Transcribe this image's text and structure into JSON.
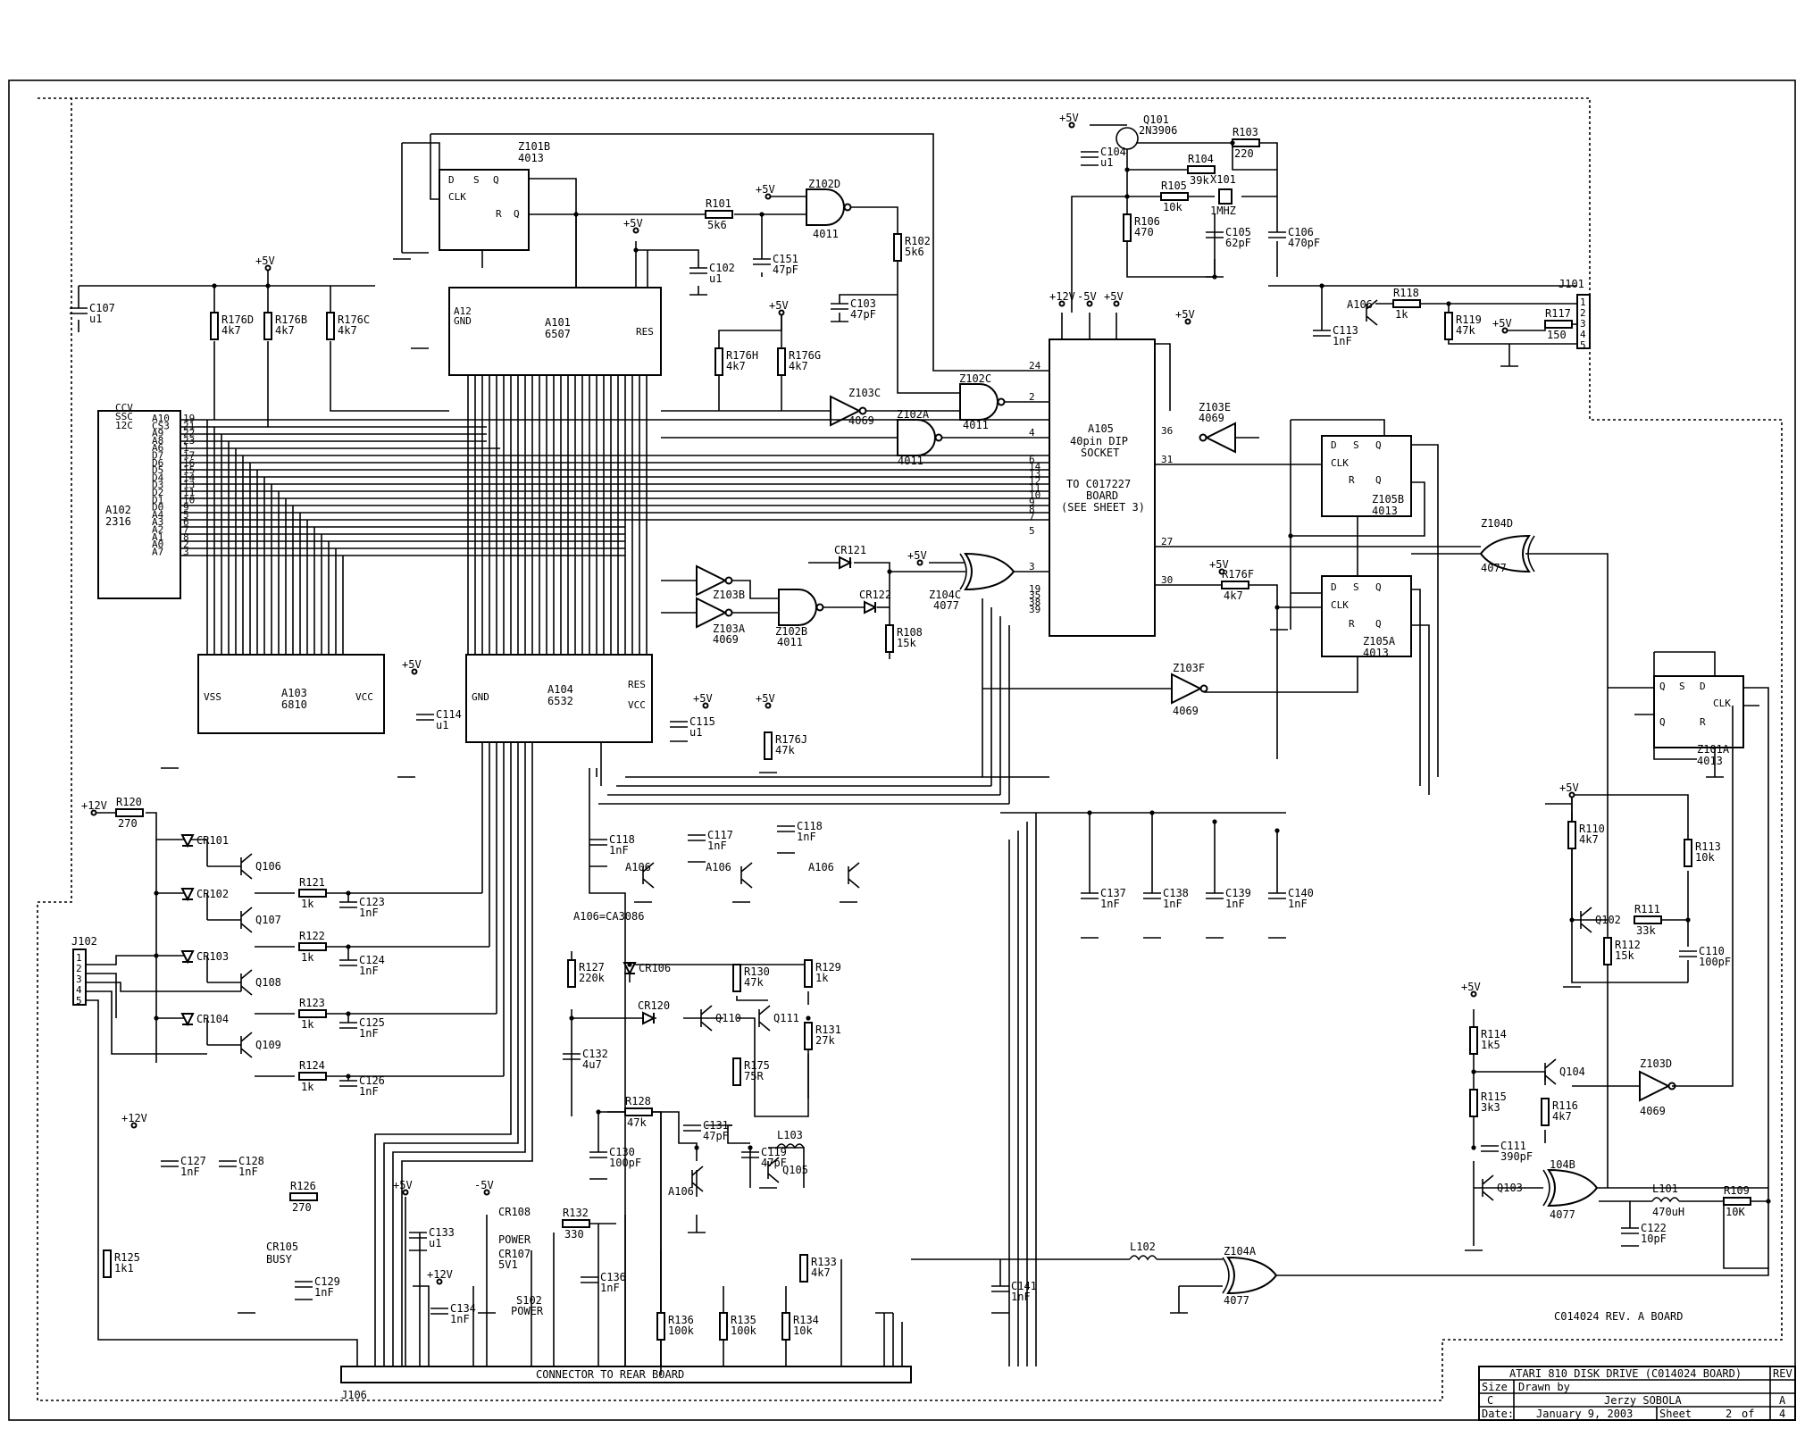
{
  "components": {
    "a101": {
      "ref": "A101",
      "part": "6507"
    },
    "a102": {
      "ref": "A102",
      "part": "2316"
    },
    "a103": {
      "ref": "A103",
      "part": "6810"
    },
    "a104": {
      "ref": "A104",
      "part": "6532"
    },
    "a105": {
      "ref": "A105",
      "lines": [
        "40pin DIP",
        "SOCKET",
        "TO C017227",
        "BOARD",
        "(SEE SHEET 3)"
      ]
    },
    "z101b": {
      "ref": "Z101B",
      "part": "4013"
    },
    "z101a": {
      "ref": "Z101A",
      "part": "4013"
    },
    "z102d": {
      "ref": "Z102D",
      "part": "4011"
    },
    "z102c": {
      "ref": "Z102C",
      "part": "4011"
    },
    "z102a": {
      "ref": "Z102A",
      "part": "4011"
    },
    "z102b": {
      "ref": "Z102B",
      "part": "4011"
    },
    "z103c": {
      "ref": "Z103C",
      "part": "4069"
    },
    "z103b": {
      "ref": "Z103B",
      "part": "4069"
    },
    "z103a": {
      "ref": "Z103A",
      "part": "4069"
    },
    "z103e": {
      "ref": "Z103E",
      "part": "4069"
    },
    "z103f": {
      "ref": "Z103F",
      "part": "4069"
    },
    "z103d": {
      "ref": "Z103D",
      "part": "4069"
    },
    "z104c": {
      "ref": "Z104C",
      "part": "4077"
    },
    "z104d": {
      "ref": "Z104D",
      "part": "4077"
    },
    "z104b": {
      "ref": "104B",
      "part": "4077"
    },
    "z104a": {
      "ref": "Z104A",
      "part": "4077"
    },
    "z105b": {
      "ref": "Z105B",
      "part": "4013"
    },
    "z105a": {
      "ref": "Z105A",
      "part": "4013"
    },
    "q101": {
      "ref": "Q101",
      "part": "2N3906"
    },
    "a106_note": "A106=CA3086",
    "j101": "J101",
    "j102": "J102",
    "j106": "J106",
    "rear_connector": "CONNECTOR TO REAR BOARD",
    "board_note": "C014024 REV. A BOARD",
    "cr105": {
      "ref": "CR105",
      "label": "BUSY"
    },
    "cr108": {
      "ref": "CR108",
      "label": "POWER"
    },
    "cr107": {
      "ref": "CR107",
      "label": "5V1"
    },
    "s102": {
      "ref": "S102",
      "label": "POWER"
    }
  },
  "supplies": {
    "p5": "+5V",
    "p12": "+12V",
    "n5": "-5V"
  },
  "pins": {
    "a102_left": [
      "A10",
      "CS3",
      "A9",
      "A8",
      "A6",
      "D7",
      "D6",
      "D5",
      "D4",
      "D3",
      "D2",
      "D1",
      "D0",
      "A4",
      "A3",
      "A2",
      "A1",
      "A0",
      "A7"
    ],
    "a102_left_num": [
      "19",
      "21",
      "22",
      "23",
      "1",
      "17",
      "16",
      "15",
      "14",
      "13",
      "11",
      "10",
      "9",
      "5",
      "6",
      "7",
      "8",
      "2",
      "3"
    ],
    "a105_left": [
      "24",
      "2",
      "4",
      "6",
      "14",
      "13",
      "12",
      "11",
      "10",
      "9",
      "8",
      "7",
      "5",
      "3",
      "19",
      "35",
      "38",
      "39"
    ],
    "a105_right": [
      "36",
      "31",
      "27",
      "30"
    ]
  },
  "title_block": {
    "title": "ATARI 810 DISK DRIVE (C014024 BOARD)",
    "size_label": "Size",
    "size": "C",
    "drawn_label": "Drawn by",
    "drawn": "Jerzy SOBOLA",
    "rev_label": "REV",
    "rev": "A",
    "date_label": "Date:",
    "date": "January  9, 2003",
    "sheet_label": "Sheet",
    "sheet": "2",
    "of_label": "of",
    "sheets": "4"
  }
}
